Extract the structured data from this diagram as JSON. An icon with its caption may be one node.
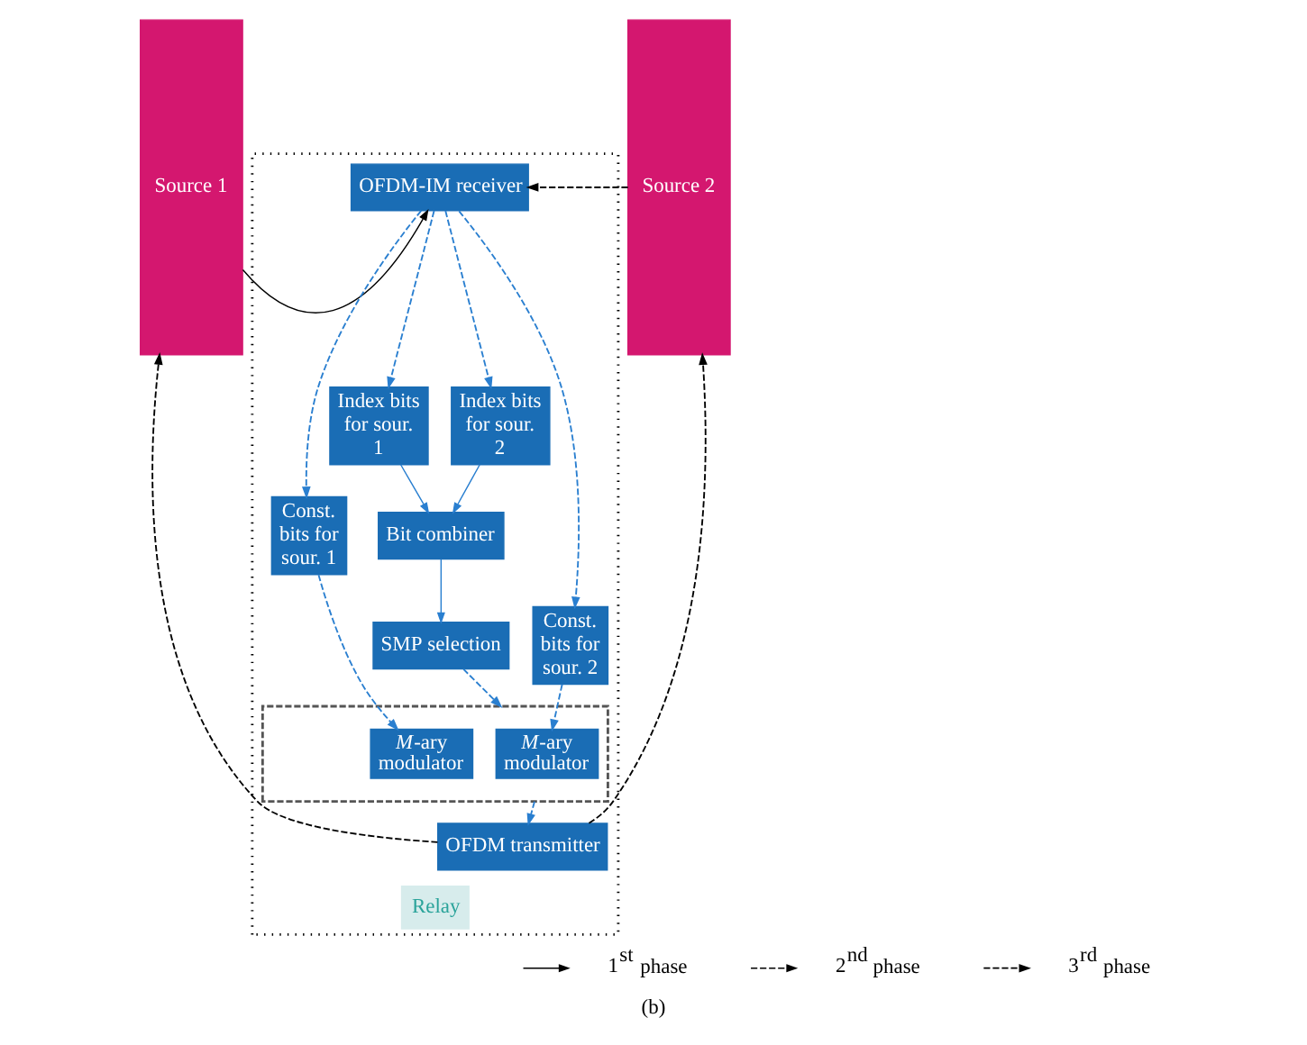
{
  "diagram": {
    "caption": "(b)",
    "nodes": [
      {
        "text": [
          "Source 1"
        ]
      },
      {
        "text": [
          "Relay"
        ]
      },
      {
        "text": [
          "OFDM-IM receiver"
        ],
        "in": 1
      },
      {
        "text": [
          "Const. bits for sour. 1"
        ],
        "in": 1
      },
      {
        "text": [
          "Index bits for sour. 1"
        ],
        "in": 1
      },
      {
        "text": [
          "Index bits for sour. 2"
        ],
        "in": 1
      },
      {
        "text": [
          "Const. bits for sour. 2"
        ],
        "in": 1
      },
      {
        "text": [
          "Bit combiner"
        ],
        "in": 1
      },
      {
        "text": [
          "SMP selection"
        ],
        "in": 1
      },
      {
        "text": [],
        "shape": "box",
        "in": 1
      },
      {
        "text": [
          "*M*-ary modulator"
        ],
        "in": 9
      },
      {
        "text": [
          "*M*-ary modulator"
        ],
        "in": 9
      },
      {
        "text": [
          "OFDM transmitter"
        ],
        "in": 1
      },
      {
        "text": [
          "Source 2"
        ]
      }
    ],
    "edges": [
      {
        "from": 0,
        "to": 2,
        "arrow": "to",
        "color": "#000000"
      },
      {
        "from": 13,
        "to": 2,
        "arrow": "to",
        "style": "dashed",
        "color": "#000000"
      },
      {
        "from": 2,
        "to": 3,
        "arrow": "to",
        "style": "dashed"
      },
      {
        "from": 2,
        "to": 4,
        "arrow": "to",
        "style": "dashed"
      },
      {
        "from": 2,
        "to": 5,
        "arrow": "to",
        "style": "dashed"
      },
      {
        "from": 2,
        "to": 6,
        "arrow": "to",
        "style": "dashed"
      },
      {
        "from": 4,
        "to": 7,
        "arrow": "to"
      },
      {
        "from": 5,
        "to": 7,
        "arrow": "to"
      },
      {
        "from": 7,
        "to": 8,
        "arrow": "to"
      },
      {
        "from": 3,
        "to": 10,
        "arrow": "to",
        "style": "dashed"
      },
      {
        "from": 8,
        "to": 9,
        "arrow": "to",
        "style": "dashed"
      },
      {
        "from": 6,
        "to": 11,
        "arrow": "to",
        "style": "dashed"
      },
      {
        "from": 9,
        "to": 12,
        "arrow": "to",
        "style": "dashed"
      },
      {
        "from": 12,
        "to": 0,
        "arrow": "to",
        "style": "dashed",
        "color": "#000000"
      },
      {
        "from": 12,
        "to": 13,
        "arrow": "to",
        "style": "dashed",
        "color": "#000000"
      }
    ],
    "legend": [
      {
        "text": "1$^{st}$ phase"
      },
      {
        "text": "2$^{nd}$ phase"
      },
      {
        "text": "3$^{rd}$ phase"
      }
    ]
  }
}
